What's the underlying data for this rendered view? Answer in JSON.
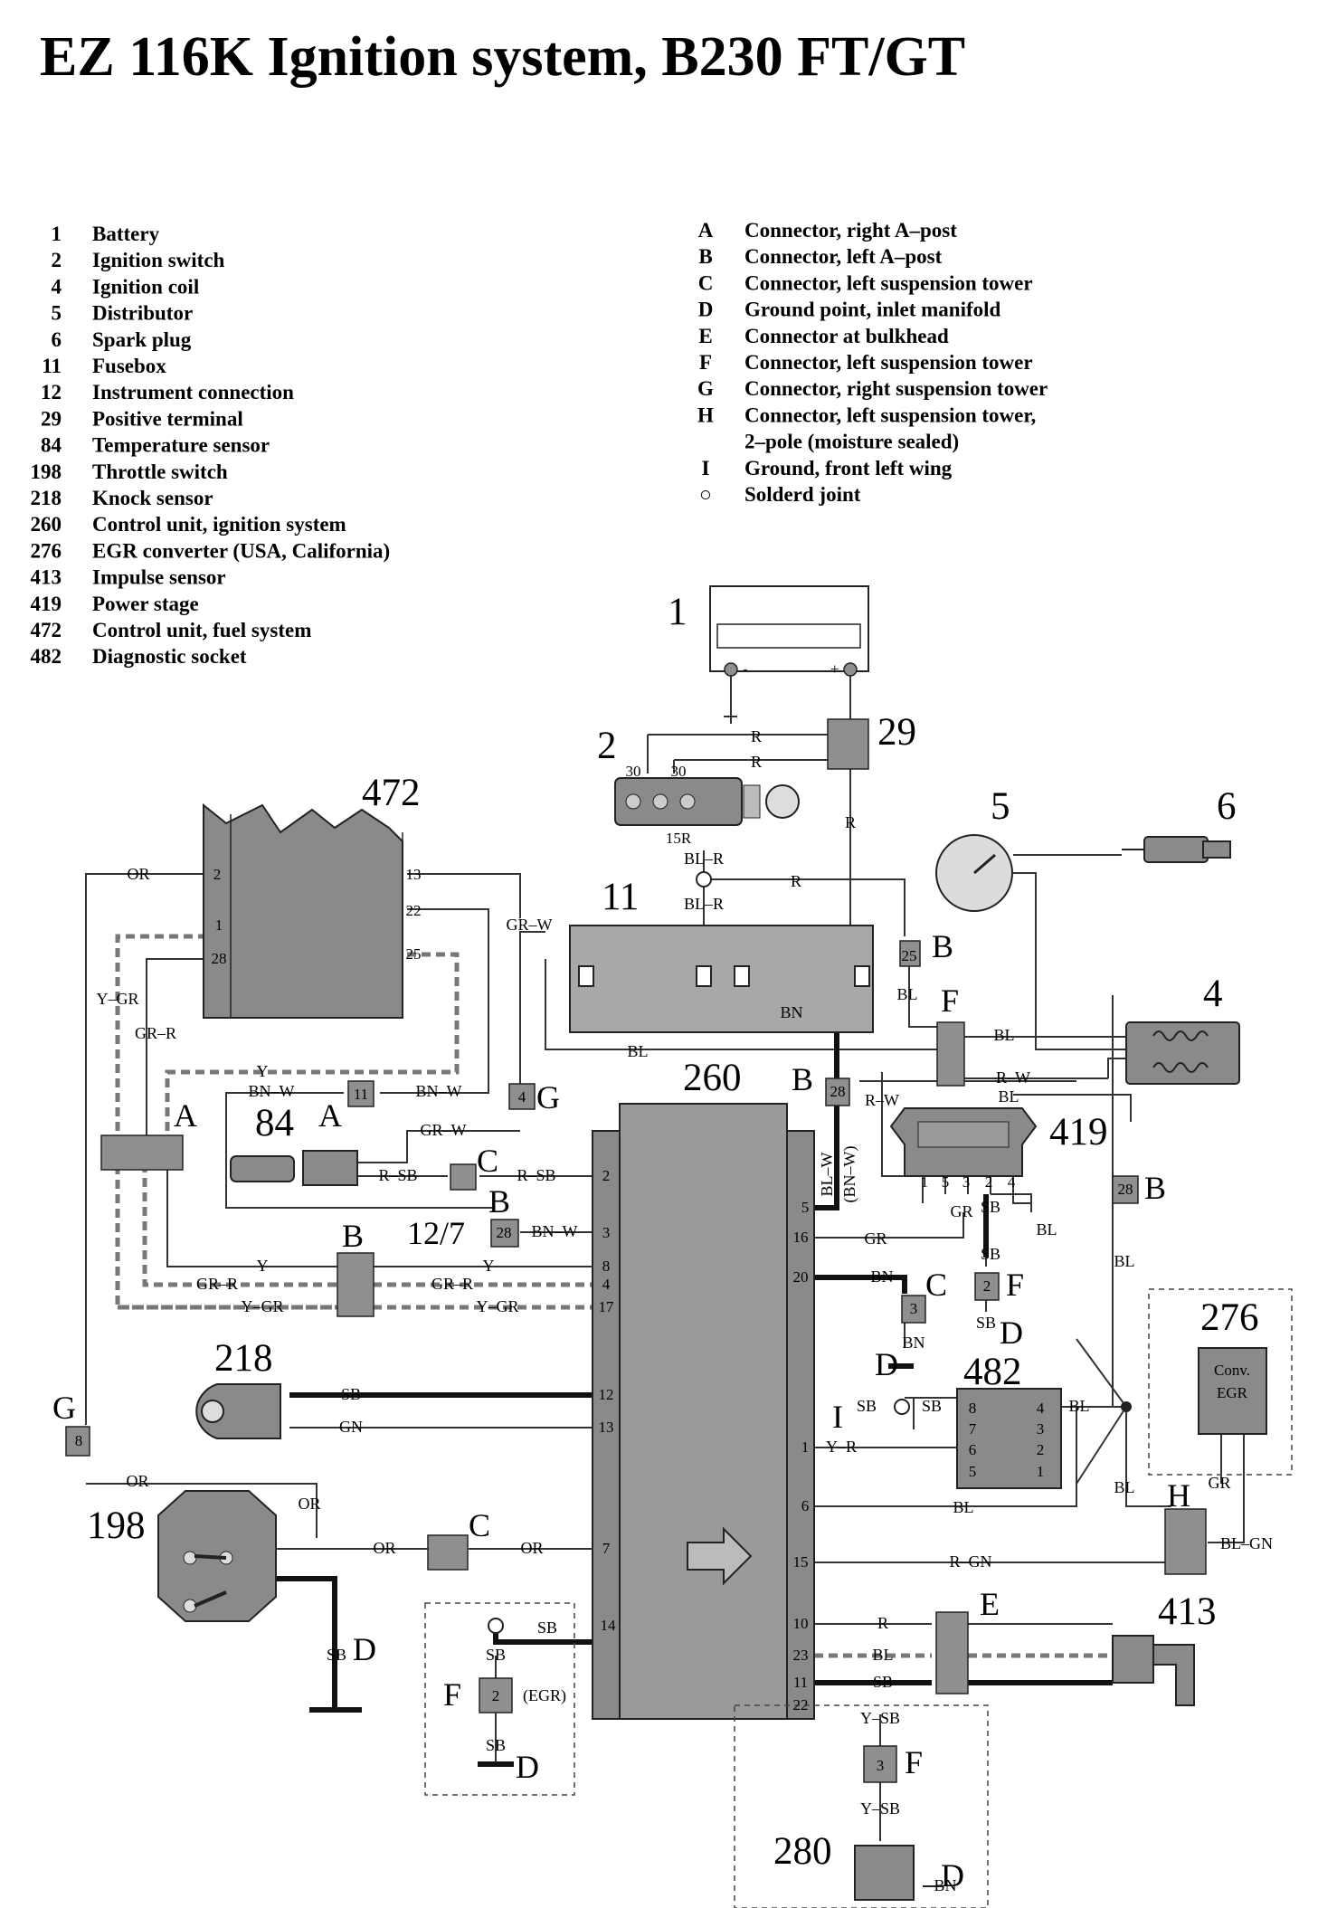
{
  "title": "EZ 116K Ignition system, B230 FT/GT",
  "legend_left": [
    {
      "num": "1",
      "text": "Battery"
    },
    {
      "num": "2",
      "text": "Ignition switch"
    },
    {
      "num": "4",
      "text": "Ignition coil"
    },
    {
      "num": "5",
      "text": "Distributor"
    },
    {
      "num": "6",
      "text": "Spark plug"
    },
    {
      "num": "11",
      "text": "Fusebox"
    },
    {
      "num": "12",
      "text": "Instrument connection"
    },
    {
      "num": "29",
      "text": "Positive terminal"
    },
    {
      "num": "84",
      "text": "Temperature sensor"
    },
    {
      "num": "198",
      "text": "Throttle switch"
    },
    {
      "num": "218",
      "text": "Knock sensor"
    },
    {
      "num": "260",
      "text": "Control unit, ignition system"
    },
    {
      "num": "276",
      "text": "EGR converter (USA, California)"
    },
    {
      "num": "413",
      "text": "Impulse sensor"
    },
    {
      "num": "419",
      "text": "Power stage"
    },
    {
      "num": "472",
      "text": "Control unit, fuel system"
    },
    {
      "num": "482",
      "text": "Diagnostic socket"
    }
  ],
  "legend_right": [
    {
      "key": "A",
      "text": "Connector, right A–post"
    },
    {
      "key": "B",
      "text": "Connector, left A–post"
    },
    {
      "key": "C",
      "text": "Connector, left suspension tower"
    },
    {
      "key": "D",
      "text": "Ground point, inlet manifold"
    },
    {
      "key": "E",
      "text": "Connector at bulkhead"
    },
    {
      "key": "F",
      "text": "Connector, left suspension tower"
    },
    {
      "key": "G",
      "text": "Connector, right suspension tower"
    },
    {
      "key": "H",
      "text": "Connector, left suspension tower,"
    },
    {
      "key": "",
      "text": "2–pole (moisture sealed)"
    },
    {
      "key": "I",
      "text": "Ground, front left wing"
    },
    {
      "key": "○",
      "text": "Solderd joint"
    }
  ],
  "components": {
    "c1": "1",
    "c2": "2",
    "c4": "4",
    "c5": "5",
    "c6": "6",
    "c11": "11",
    "c29": "29",
    "c84": "84",
    "c198": "198",
    "c218": "218",
    "c260": "260",
    "c276": "276",
    "c280": "280",
    "c413": "413",
    "c419": "419",
    "c472": "472",
    "c482": "482",
    "c127": "12/7"
  },
  "conv_egr": [
    "Conv.",
    "EGR"
  ],
  "egr_note": "(EGR)",
  "battery_minus": "-",
  "battery_plus": "+",
  "ecu_pins_left": [
    "2",
    "5",
    "3",
    "8",
    "4",
    "17",
    "12",
    "13",
    "1",
    "6",
    "7",
    "14"
  ],
  "ecu_pins_right": [
    "16",
    "20",
    "15",
    "10",
    "23",
    "11",
    "22"
  ],
  "diag_pins": [
    "8",
    "4",
    "7",
    "3",
    "6",
    "2",
    "5",
    "1"
  ],
  "power_stage_pins": [
    "1",
    "5",
    "3",
    "2",
    "4"
  ],
  "ecu472_pins": [
    "2",
    "1",
    "28",
    "13",
    "22",
    "25"
  ],
  "wire_labels": {
    "or": "OR",
    "r": "R",
    "gr_w": "GR–W",
    "bl_r": "BL–R",
    "y_gr": "Y–GR",
    "gr_r": "GR–R",
    "y": "Y",
    "bn_w": "BN–W",
    "bl": "BL",
    "bn": "BN",
    "r_w": "R–W",
    "r_sb": "R–SB",
    "bl_w": "BL–W",
    "bn_w2": "(BN–W)",
    "gr": "GR",
    "sb": "SB",
    "gn": "GN",
    "y_r": "Y–R",
    "r_gn": "R–GN",
    "bl_gn": "BL–GN",
    "y_sb": "Y–SB",
    "r15": "15R",
    "t30": "30"
  }
}
